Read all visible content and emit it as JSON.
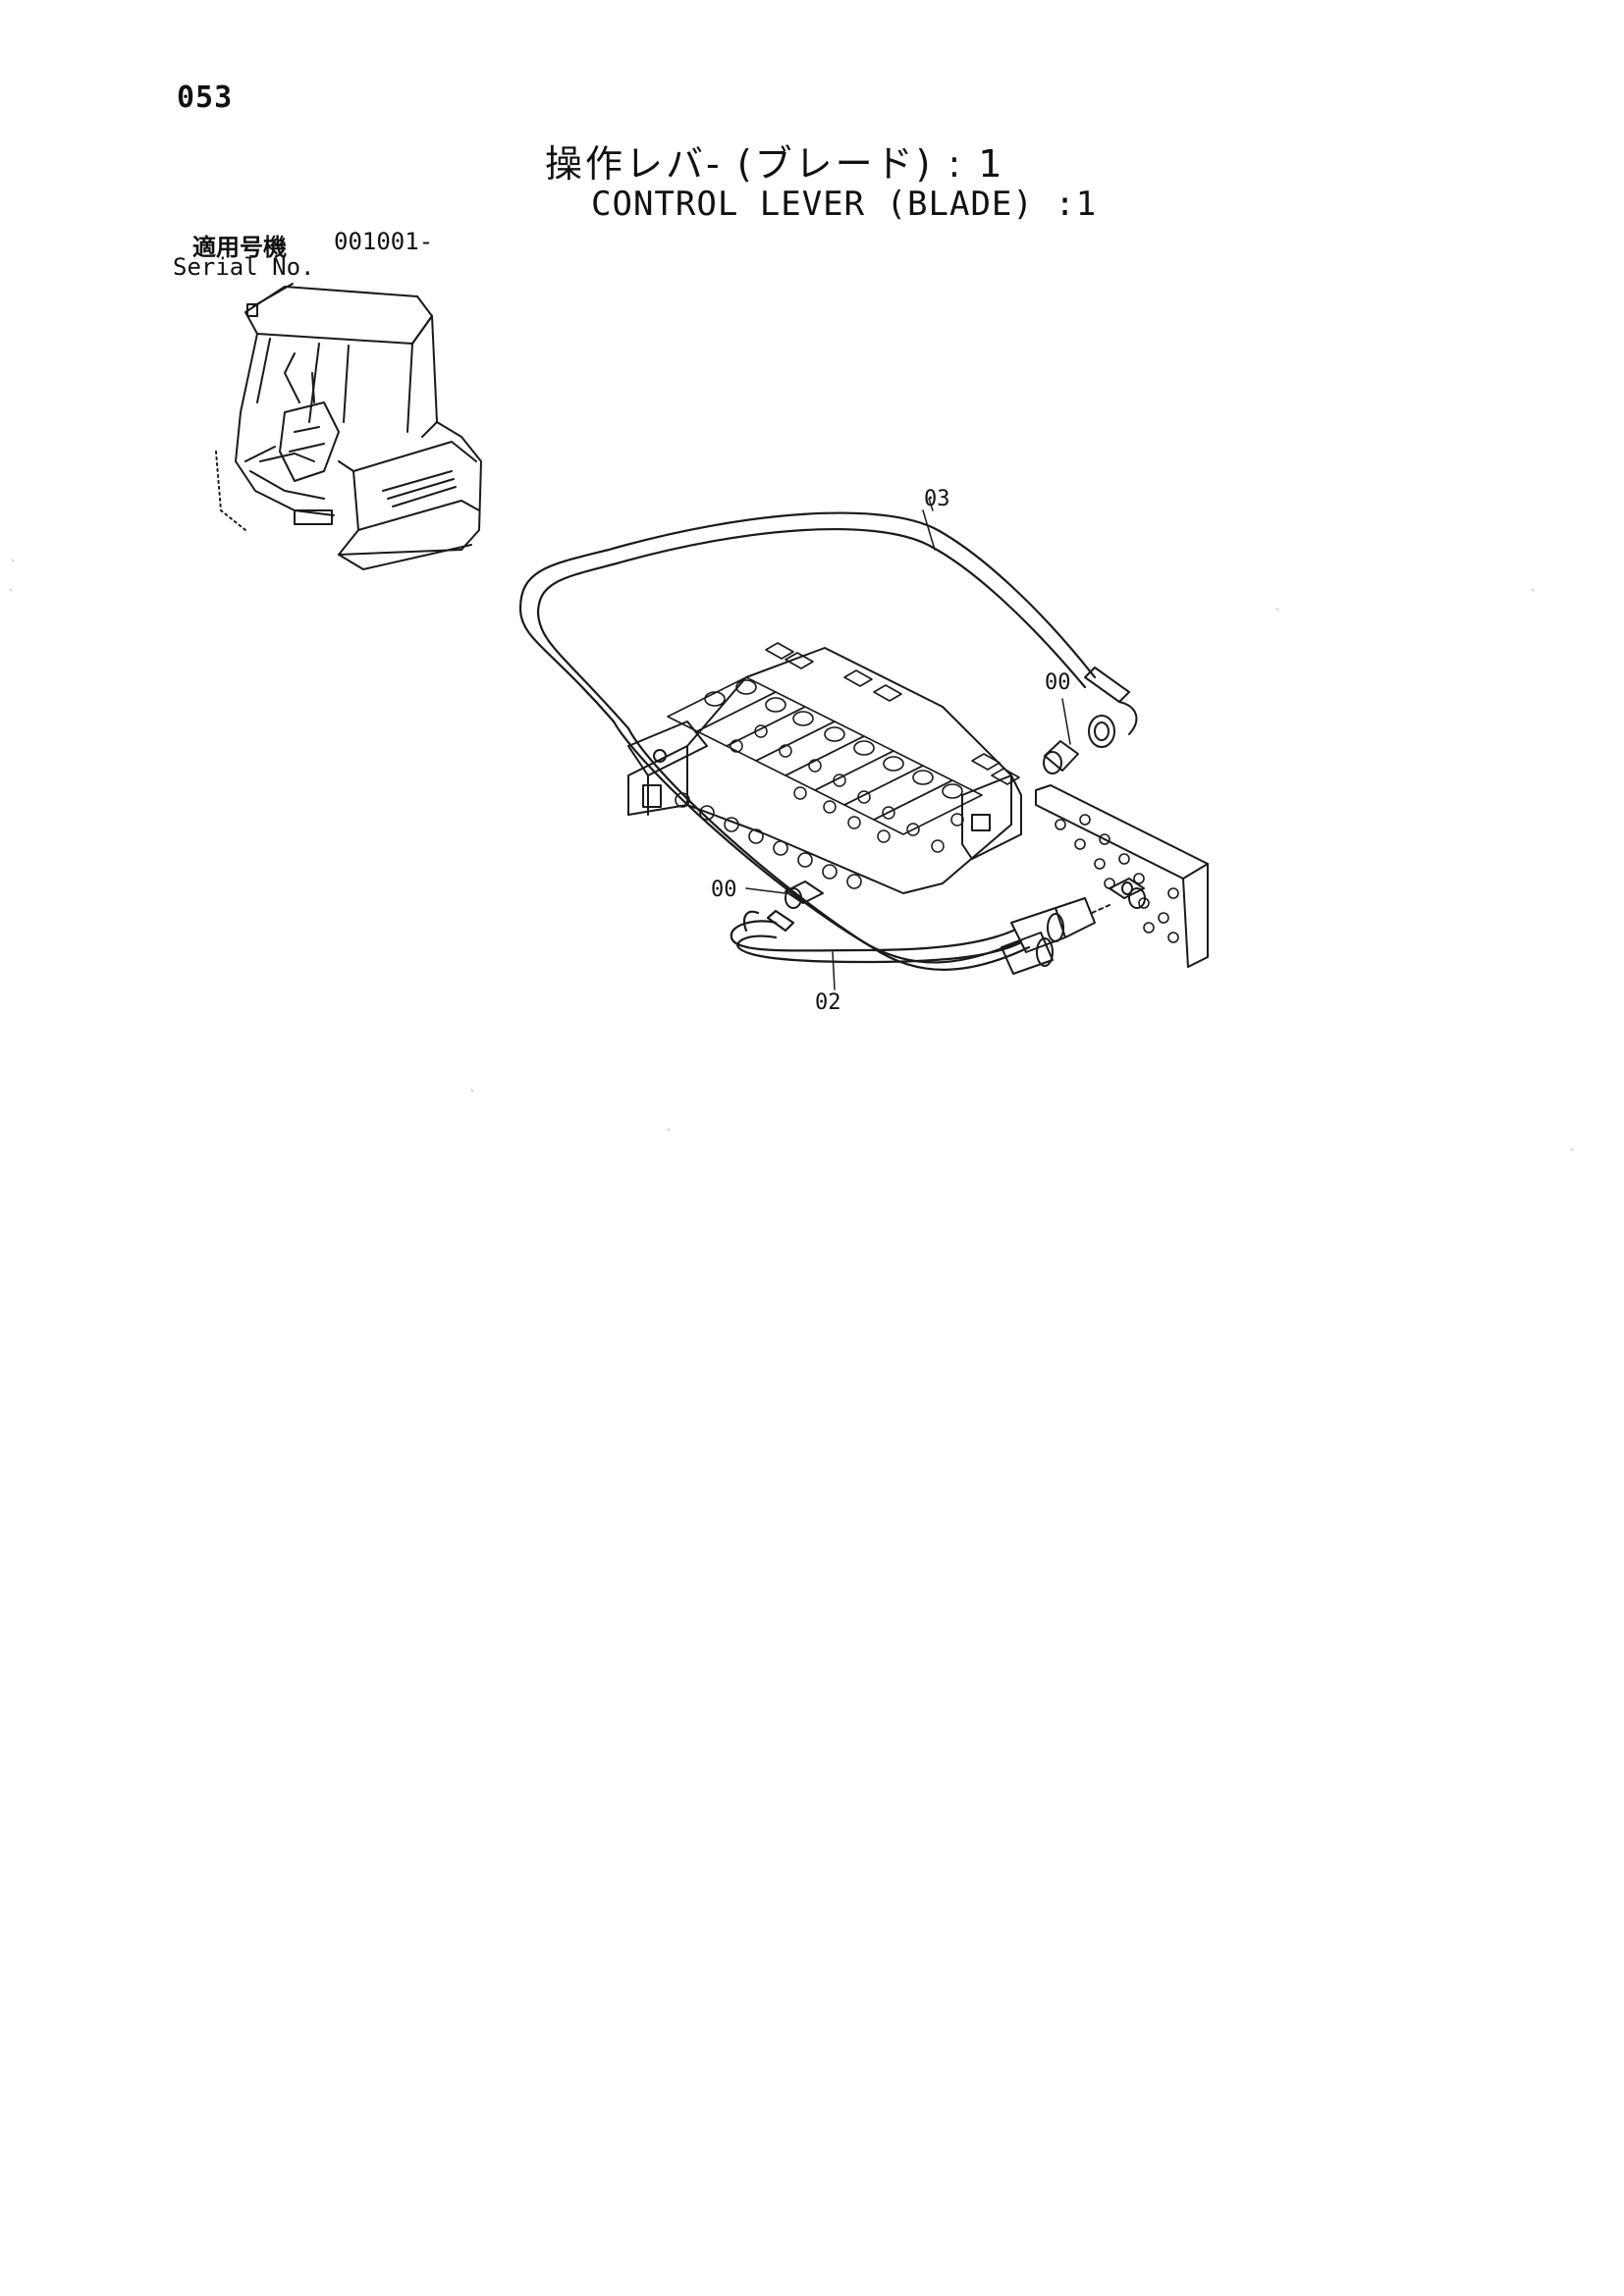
{
  "page": {
    "number": "053"
  },
  "title": {
    "japanese": "操作レバ- (ブレード) : 1",
    "english": "CONTROL LEVER (BLADE) :1"
  },
  "serial": {
    "label_jp": "適用号機",
    "label_en": "Serial No.",
    "range": "001001-"
  },
  "callouts": {
    "hose_03": "03",
    "adapter_00_upper": "00",
    "adapter_00_lower": "00",
    "hose_02": "02"
  }
}
